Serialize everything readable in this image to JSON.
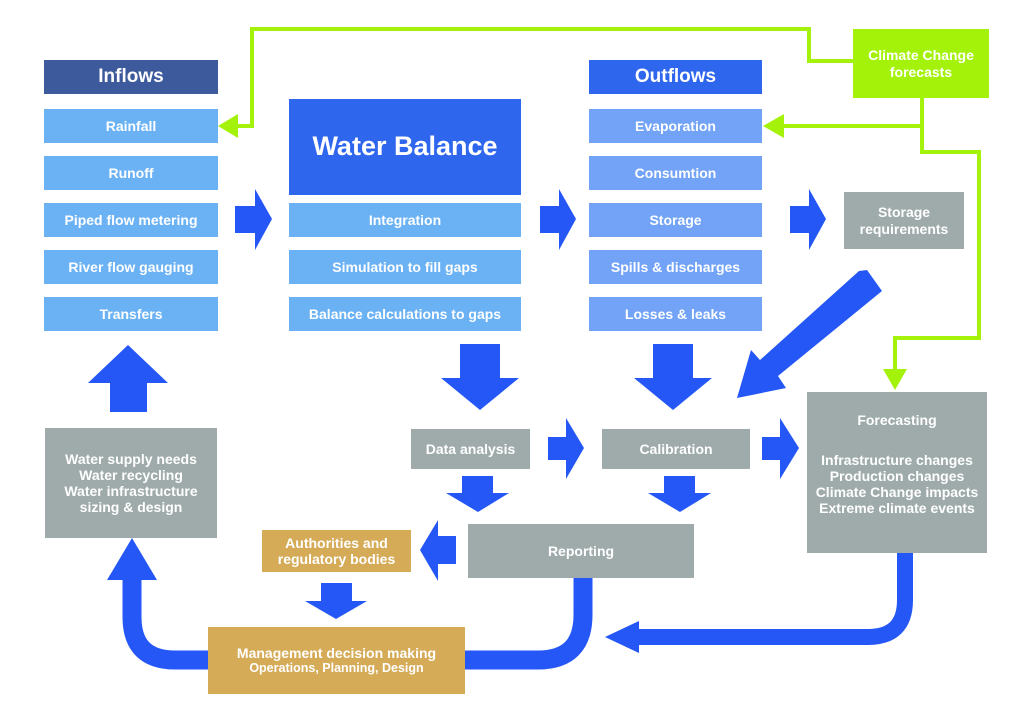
{
  "colors": {
    "arrow_blue": "#2457f5",
    "green_line": "#a4f20a",
    "inflow_header": "#3d5a9c",
    "inflow_item": "#6bb2f5",
    "outflow_header": "#2f66ee",
    "outflow_item": "#72a3f7",
    "grey_box": "#9fabab",
    "gold_box": "#d5ab58"
  },
  "inflows": {
    "title": "Inflows",
    "items": [
      "Rainfall",
      "Runoff",
      "Piped flow metering",
      "River flow gauging",
      "Transfers"
    ]
  },
  "water_balance": {
    "title": "Water Balance",
    "items": [
      "Integration",
      "Simulation to fill gaps",
      "Balance calculations to gaps"
    ]
  },
  "outflows": {
    "title": "Outflows",
    "items": [
      "Evaporation",
      "Consumtion",
      "Storage",
      "Spills & discharges",
      "Losses & leaks"
    ]
  },
  "climate_change": {
    "lines": [
      "Climate Change",
      "forecasts"
    ]
  },
  "storage_requirements": {
    "lines": [
      "Storage",
      "requirements"
    ]
  },
  "forecasting": {
    "title": "Forecasting",
    "lines": [
      "Infrastructure changes",
      "Production changes",
      "Climate Change impacts",
      "Extreme climate events"
    ]
  },
  "data_analysis": {
    "label": "Data analysis"
  },
  "calibration": {
    "label": "Calibration"
  },
  "reporting": {
    "label": "Reporting"
  },
  "authorities": {
    "lines": [
      "Authorities and",
      "regulatory bodies"
    ]
  },
  "water_supply": {
    "lines": [
      "Water supply needs",
      "Water recycling",
      "Water infrastructure",
      "sizing & design"
    ]
  },
  "management": {
    "lines": [
      "Management decision making",
      "Operations, Planning, Design"
    ]
  }
}
